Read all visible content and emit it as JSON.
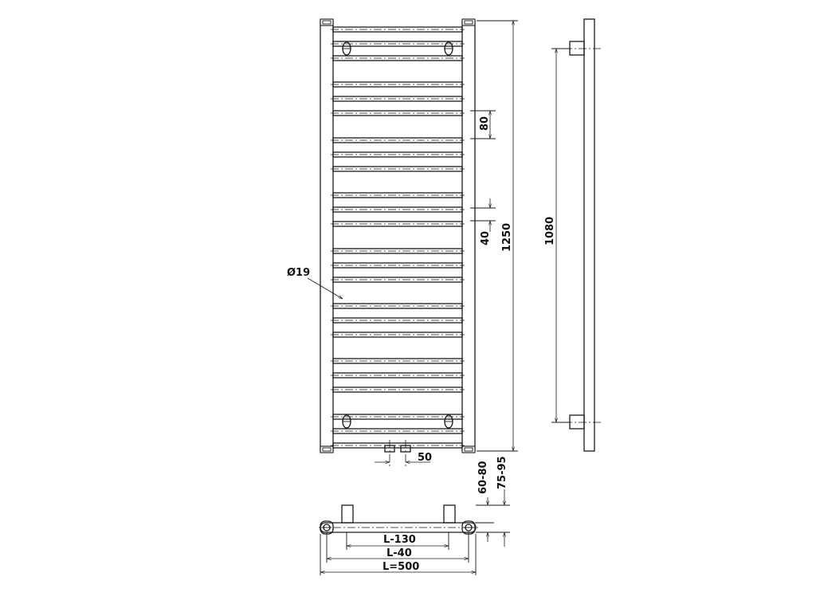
{
  "drawing": {
    "tube_label": "Ø19",
    "dimensions": {
      "bar_pitch": "80",
      "bar_gap": "40",
      "total_height": "1250",
      "mount_spacing": "1080",
      "connection_spacing": "50",
      "wall_distance_a": "60-80",
      "wall_distance_b": "75-95",
      "mount_width": "L-130",
      "axis_width": "L-40",
      "total_width": "L=500"
    }
  }
}
